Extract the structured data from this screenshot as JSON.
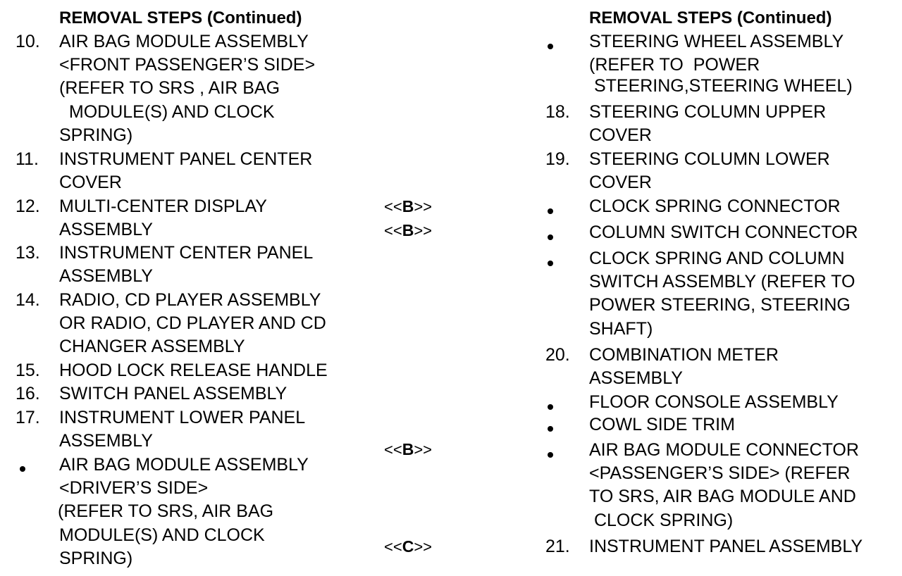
{
  "left_column": {
    "heading": "REMOVAL STEPS (Continued)",
    "steps": [
      {
        "number": "10.",
        "lines": [
          "AIR BAG MODULE ASSEMBLY",
          "<FRONT PASSENGER’S SIDE>",
          "(REFER TO SRS , AIR BAG",
          "  MODULE(S) AND CLOCK",
          "SPRING)"
        ]
      },
      {
        "number": "11.",
        "lines": [
          "INSTRUMENT PANEL CENTER",
          "COVER"
        ]
      },
      {
        "number": "12.",
        "lines": [
          "MULTI-CENTER DISPLAY",
          "ASSEMBLY"
        ]
      },
      {
        "number": "13.",
        "lines": [
          "INSTRUMENT CENTER PANEL",
          "ASSEMBLY"
        ]
      },
      {
        "number": "14.",
        "lines": [
          "RADIO, CD PLAYER ASSEMBLY",
          "OR RADIO, CD PLAYER AND CD",
          "CHANGER ASSEMBLY"
        ]
      },
      {
        "number": "15.",
        "lines": [
          "HOOD LOCK RELEASE HANDLE"
        ]
      },
      {
        "number": "16.",
        "lines": [
          "SWITCH PANEL ASSEMBLY"
        ]
      },
      {
        "number": "17.",
        "lines": [
          "INSTRUMENT LOWER PANEL",
          "ASSEMBLY"
        ]
      },
      {
        "number": "",
        "bullet": true,
        "lines": [
          "AIR BAG MODULE ASSEMBLY",
          "<DRIVER’S SIDE>",
          "(REFER TO SRS, AIR BAG",
          "MODULE(S) AND CLOCK",
          "SPRING)"
        ]
      }
    ]
  },
  "references": [
    {
      "prefix": "<<",
      "letter": "B",
      "suffix": ">>"
    },
    {
      "prefix": "<<",
      "letter": "B",
      "suffix": ">>"
    },
    {
      "prefix": "<<",
      "letter": "B",
      "suffix": ">>"
    },
    {
      "prefix": "<<",
      "letter": "C",
      "suffix": ">>"
    }
  ],
  "right_column": {
    "heading": "REMOVAL STEPS (Continued)",
    "steps": [
      {
        "number": "",
        "bullet": true,
        "lines": [
          "STEERING WHEEL ASSEMBLY",
          "(REFER TO  POWER",
          " STEERING,STEERING WHEEL)"
        ]
      },
      {
        "number": "18.",
        "lines": [
          "STEERING COLUMN UPPER",
          "COVER"
        ]
      },
      {
        "number": "19.",
        "lines": [
          "STEERING COLUMN LOWER",
          "COVER"
        ]
      },
      {
        "number": "",
        "bullet": true,
        "lines": [
          "CLOCK SPRING CONNECTOR"
        ]
      },
      {
        "number": "",
        "bullet": true,
        "lines": [
          "COLUMN SWITCH CONNECTOR"
        ]
      },
      {
        "number": "",
        "bullet": true,
        "lines": [
          "CLOCK SPRING AND COLUMN",
          "SWITCH ASSEMBLY (REFER TO",
          "POWER STEERING, STEERING",
          "SHAFT)"
        ]
      },
      {
        "number": "20.",
        "lines": [
          "COMBINATION METER",
          "ASSEMBLY"
        ]
      },
      {
        "number": "",
        "bullet": true,
        "lines": [
          "FLOOR CONSOLE ASSEMBLY"
        ]
      },
      {
        "number": "",
        "bullet": true,
        "lines": [
          "COWL SIDE TRIM"
        ]
      },
      {
        "number": "",
        "bullet": true,
        "lines": [
          "AIR BAG MODULE CONNECTOR",
          "<PASSENGER’S SIDE> (REFER",
          "TO SRS, AIR BAG MODULE AND",
          " CLOCK SPRING)"
        ]
      },
      {
        "number": "21.",
        "lines": [
          "INSTRUMENT PANEL ASSEMBLY"
        ]
      }
    ]
  }
}
